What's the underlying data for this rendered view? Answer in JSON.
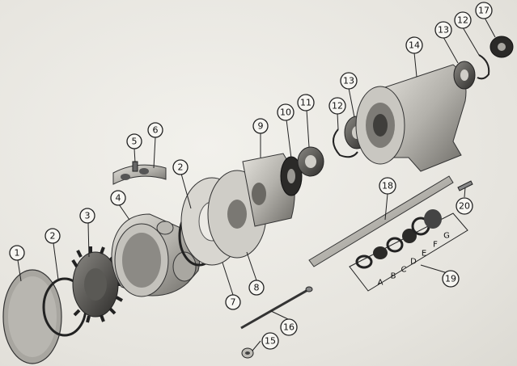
{
  "callouts": [
    "1",
    "2",
    "3",
    "4",
    "5",
    "6",
    "2",
    "7",
    "8",
    "9",
    "10",
    "11",
    "12",
    "13",
    "14",
    "13",
    "12",
    "17",
    "18",
    "19",
    "20",
    "16",
    "15"
  ],
  "seal_letters": [
    "A",
    "B",
    "C",
    "D",
    "E",
    "F",
    "G"
  ],
  "colors": {
    "ink": "#222222",
    "metal_light": "#cfcdc7",
    "metal_mid": "#9c9a94",
    "metal_dark": "#5a5955",
    "paper": "#eceae5"
  }
}
